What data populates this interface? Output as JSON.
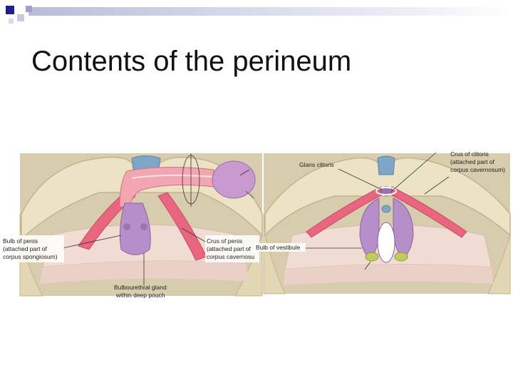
{
  "slide": {
    "title": "Contents of the perineum"
  },
  "colors": {
    "bone": "#e9ddbb",
    "muscle": "#e8667f",
    "muscle_light": "#f2a6b2",
    "glandular": "#b78fc8",
    "accent_square": "#1f1f8a"
  },
  "male_figure": {
    "labels": {
      "bulb_of_penis": [
        "Bulb of penis",
        "(attached part of",
        "corpus spongiosum)"
      ],
      "crus_of_penis": [
        "Crus of penis",
        "(attached part of",
        "corpus cavernosu"
      ],
      "bulbourethral_gland": [
        "Bulbourethral gland",
        "within deep pouch"
      ]
    }
  },
  "female_figure": {
    "labels": {
      "glans_clitoris": "Glans clitoris",
      "crus_of_clitoris": [
        "Crus of clitoris",
        "(attached part of",
        "corpus cavernosum)"
      ],
      "bulb_of_vestibule": "Bulb of vestibule"
    }
  }
}
